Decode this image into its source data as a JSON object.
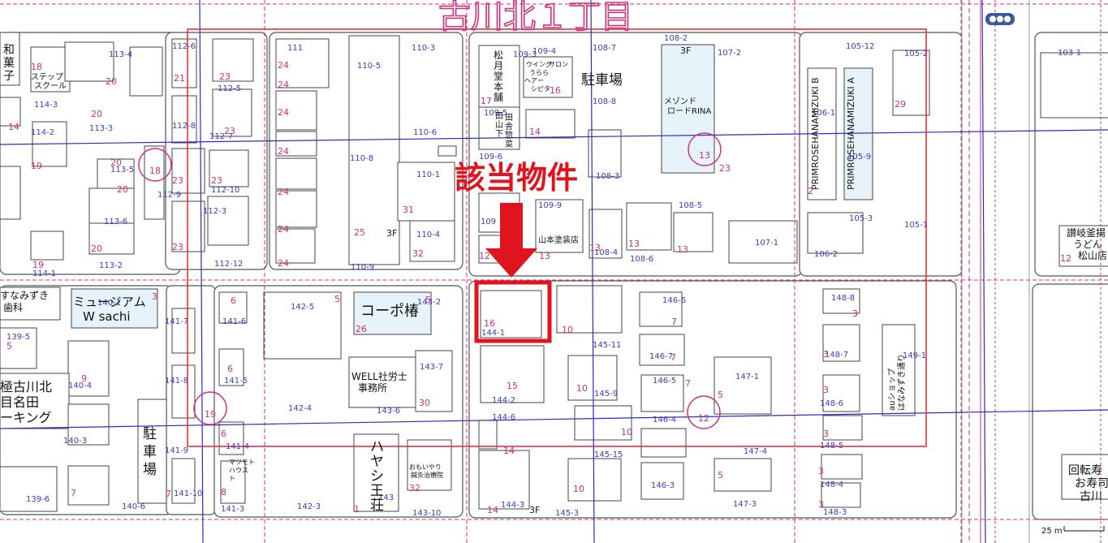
{
  "area_name": "古川北１丁目",
  "target_label": "該当物件",
  "parcel_numbers": {
    "p113_4": "113-4",
    "p114_3": "114-3",
    "p114_2": "114-2",
    "p113_3": "113-3",
    "p113_5": "113-5",
    "p113_6": "113-6",
    "p113_2": "113-2",
    "p114_1": "114-1",
    "p112_6": "112-6",
    "p112_5": "112-5",
    "p112_8": "112-8",
    "p112_7": "112-7",
    "p112_9": "112-9",
    "p112_10": "112-10",
    "p112_3": "112-3",
    "p112_12": "112-12",
    "p111": "111",
    "p110_5": "110-5",
    "p110_3": "110-3",
    "p110_6": "110-6",
    "p110_8": "110-8",
    "p110_1": "110-1",
    "p110_4": "110-4",
    "p110_9": "110-9",
    "p109_3": "109-3",
    "p109_4": "109-4",
    "p109_5": "109-5",
    "p109_6": "109-6",
    "p109_9": "109-9",
    "p109": "109",
    "p108_7": "108-7",
    "p108_8": "108-8",
    "p108_3": "108-3",
    "p108_2": "108-2",
    "p108_5": "108-5",
    "p108_4": "108-4",
    "p108_6": "108-6",
    "p107_2": "107-2",
    "p107_1": "107-1",
    "p106_1": "106-1",
    "p106_2": "106-2",
    "p105_12": "105-12",
    "p105_2": "105-2",
    "p105_9": "105-9",
    "p105_3": "105-3",
    "p105_1": "105-1",
    "p103_1": "103-1",
    "p140_1": "140-1",
    "p139_5": "139-5",
    "p140_4": "140-4",
    "p140_3": "140-3",
    "p139_6": "139-6",
    "p140_6": "140-6",
    "p141_7": "141-7",
    "p141_6": "141-6",
    "p141_8": "141-8",
    "p141_5": "141-5",
    "p141_9": "141-9",
    "p141_4": "141-4",
    "p141_10": "141-10",
    "p141_3": "141-3",
    "p142_5": "142-5",
    "p142_4": "142-4",
    "p142_3": "142-3",
    "p143_2": "143-2",
    "p143_7": "143-7",
    "p143_6": "143-6",
    "p143_10": "143-10",
    "p143": "143",
    "p144_1": "144-1",
    "p144_2": "144-2",
    "p144_6": "144-6",
    "p144_3": "144-3",
    "p145_11": "145-11",
    "p145_9": "145-9",
    "p145_15": "145-15",
    "p145_3": "145-3",
    "p146_6": "146-6",
    "p146_7": "146-7",
    "p146_5": "146-5",
    "p146_4": "146-4",
    "p146_3": "146-3",
    "p147_1": "147-1",
    "p147_4": "147-4",
    "p147_3": "147-3",
    "p148_8": "148-8",
    "p148_7": "148-7",
    "p148_6": "148-6",
    "p148_5": "148-5",
    "p148_4": "148-4",
    "p148_3": "148-3",
    "p149_1": "149-1"
  },
  "lot_numbers": {
    "n18": "18",
    "n20a": "20",
    "n20b": "20",
    "n14": "14",
    "n19": "19",
    "n20c": "20",
    "n20d": "20",
    "n19b": "19",
    "n21": "21",
    "n23a": "23",
    "n23b": "23",
    "n23c": "23",
    "n23d": "23",
    "n23e": "23",
    "n24a": "24",
    "n24b": "24",
    "n24c": "24",
    "n24d": "24",
    "n24e": "24",
    "n24f": "24",
    "n24g": "24",
    "n25": "25",
    "n31": "31",
    "n32a": "32",
    "n17": "17",
    "n16a": "16",
    "n14b": "14",
    "n12": "12",
    "n13a": "13",
    "n13b": "13",
    "n13c": "13",
    "n13d": "13",
    "n20e": "20",
    "n23f": "23",
    "n29": "29",
    "n2": "2",
    "n12b": "12",
    "n5a": "5",
    "n26": "26",
    "n3a": "3",
    "n6a": "6",
    "n6b": "6",
    "n6c": "6",
    "n5b": "5",
    "n30": "30",
    "n32b": "32",
    "n1": "1",
    "n16b": "16",
    "n15": "15",
    "n14c": "14",
    "n14d": "14",
    "n10a": "10",
    "n10b": "10",
    "n10c": "10",
    "n10d": "10",
    "n7a": "7",
    "n7b": "7",
    "n7c": "7",
    "n5c": "5",
    "n5d": "5",
    "n3b": "3",
    "n3c": "3",
    "n3d": "3",
    "n3e": "3",
    "n3f": "3",
    "n3g": "3",
    "n8": "8",
    "n9": "9",
    "n7d": "7",
    "n7e": "7",
    "n5e": "5"
  },
  "block_numbers": {
    "b18": "18",
    "b19": "19",
    "b13": "13",
    "b12": "12"
  },
  "floors": {
    "f3a": "3F",
    "f3b": "3F",
    "f3c": "3F"
  },
  "buildings": {
    "wagashi": [
      "和",
      "菓",
      "子"
    ],
    "step_school": [
      "ステップ",
      "スクール"
    ],
    "matsuzuki": [
      "松",
      "月",
      "堂",
      "本",
      "舗"
    ],
    "salon": [
      "ウイング",
      "サロン",
      "うらら",
      "ヘアー",
      "シピタ"
    ],
    "parking1": "駐車場",
    "yamashita": [
      "田",
      "山",
      "下"
    ],
    "inaka": [
      "田",
      "舎",
      "惣",
      "菜"
    ],
    "maison": [
      "メゾンド",
      "ロードRINA"
    ],
    "primrose_b": "PRIMROSEHANAMIZUKI B",
    "primrose_a": "PRIMROSEHANAMIZUKI A",
    "yamamoto": "山本塗装店",
    "sanuki": [
      "讃岐釜揚",
      "うどん",
      "松山店"
    ],
    "minamizuki": [
      "すなみずき",
      "歯科"
    ],
    "museum": [
      "ミュージアム",
      "W sachi"
    ],
    "coop_tsubaki": "コーポ椿",
    "well": [
      "WELL社労士",
      "事務所"
    ],
    "parking_kiwa": [
      "極古川北",
      "目名田",
      "ーキング"
    ],
    "parking2": [
      "駐",
      "車",
      "場"
    ],
    "matsuyama_house": [
      "マツモト",
      "ハウス",
      "ト"
    ],
    "hayashi": [
      "ハ",
      "ヤ",
      "シ",
      "王",
      "荘"
    ],
    "omoiyari": [
      "おもいやり",
      "鍼灸治療院"
    ],
    "au_shop": [
      "auショップ",
      "はなみずき通り"
    ],
    "kaiten": [
      "回転寿",
      "お寿司",
      "古川"
    ]
  },
  "scale_label": "25 m",
  "colors": {
    "boundary_pink": "#d0307a",
    "grid_blue": "#2c2cc4",
    "highlight_red": "#e8303c",
    "target_red": "#e0141e",
    "building_blue_fill": "#e6f3fa",
    "transit_icon": "#3a5aa0"
  }
}
